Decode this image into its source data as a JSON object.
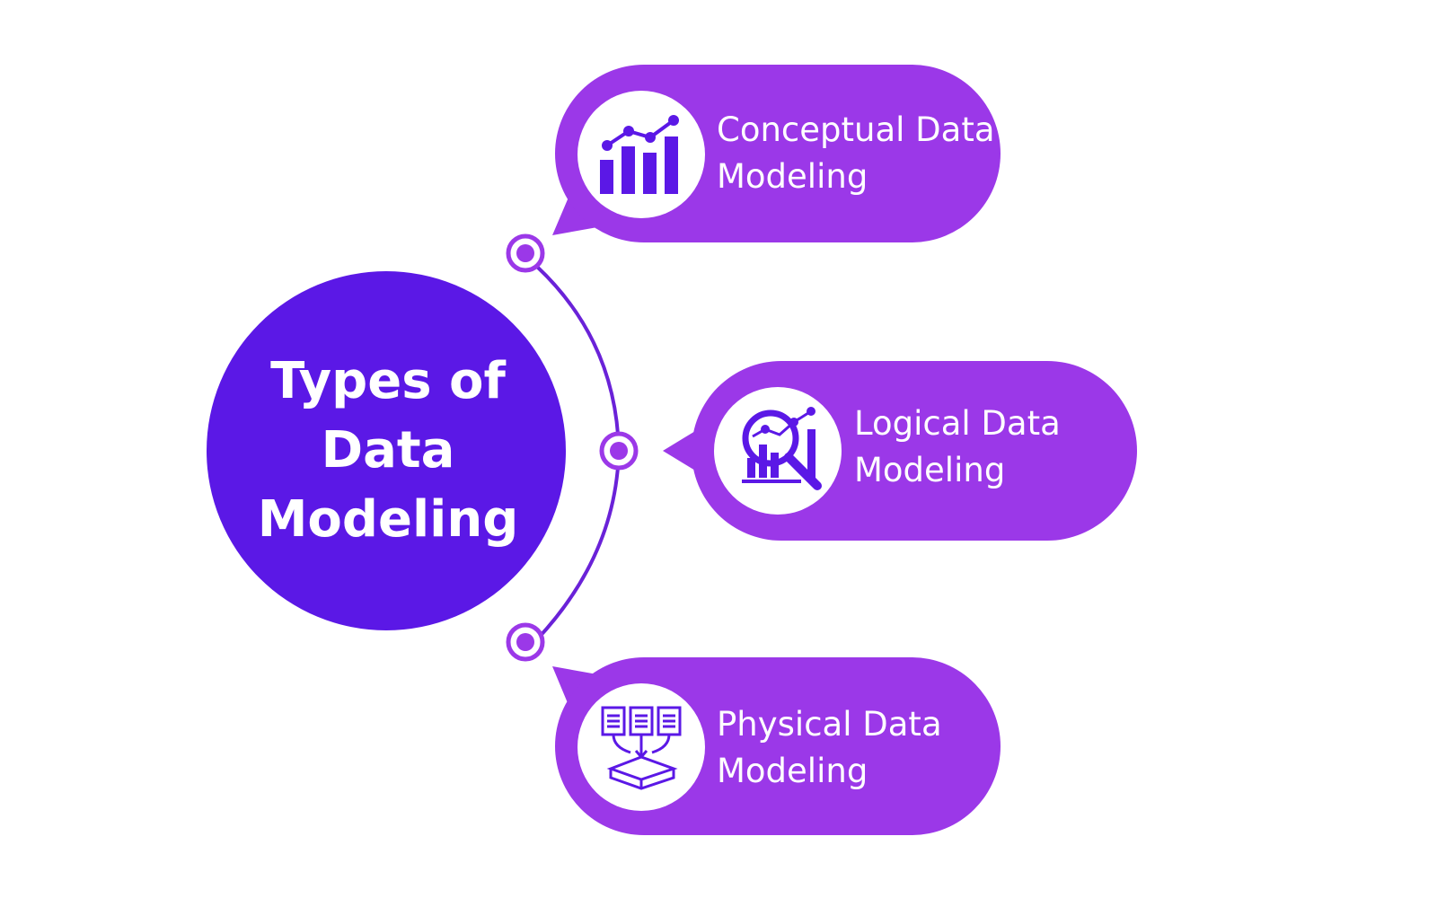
{
  "colors": {
    "hub": "#5b18e6",
    "pill": "#9b38e8",
    "connector": "#6a22d8",
    "icon_circle": "#ffffff",
    "icon": "#5b18e6",
    "background": "#ffffff"
  },
  "hub": {
    "title_lines": [
      "Types of",
      "Data",
      "Modeling"
    ]
  },
  "items": [
    {
      "label_lines": [
        "Conceptual Data",
        "Modeling"
      ],
      "icon": "bar-chart-trend-icon"
    },
    {
      "label_lines": [
        "Logical Data",
        "Modeling"
      ],
      "icon": "magnifier-analytics-icon"
    },
    {
      "label_lines": [
        "Physical Data",
        "Modeling"
      ],
      "icon": "documents-to-database-icon"
    }
  ]
}
